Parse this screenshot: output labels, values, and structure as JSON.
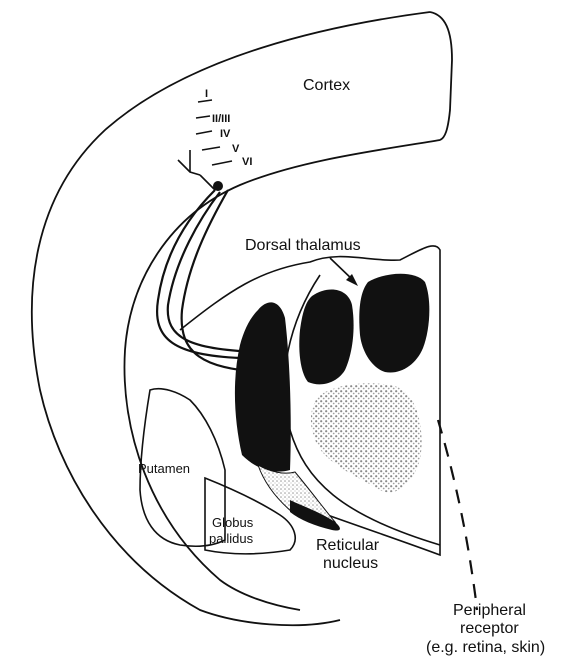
{
  "labels": {
    "cortex": "Cortex",
    "dorsal_thalamus": "Dorsal thalamus",
    "putamen": "Putamen",
    "globus_pallidus_line1": "Globus",
    "globus_pallidus_line2": "pallidus",
    "reticular_nucleus_line1": "Reticular",
    "reticular_nucleus_line2": "nucleus",
    "peripheral_line1": "Peripheral",
    "peripheral_line2": "receptor",
    "peripheral_line3": "(e.g. retina, skin)"
  },
  "cortical_layers": [
    "I",
    "II/III",
    "IV",
    "V",
    "VI"
  ],
  "colors": {
    "ink": "#111111",
    "background": "#ffffff",
    "stipple": "#8a8a8a"
  }
}
